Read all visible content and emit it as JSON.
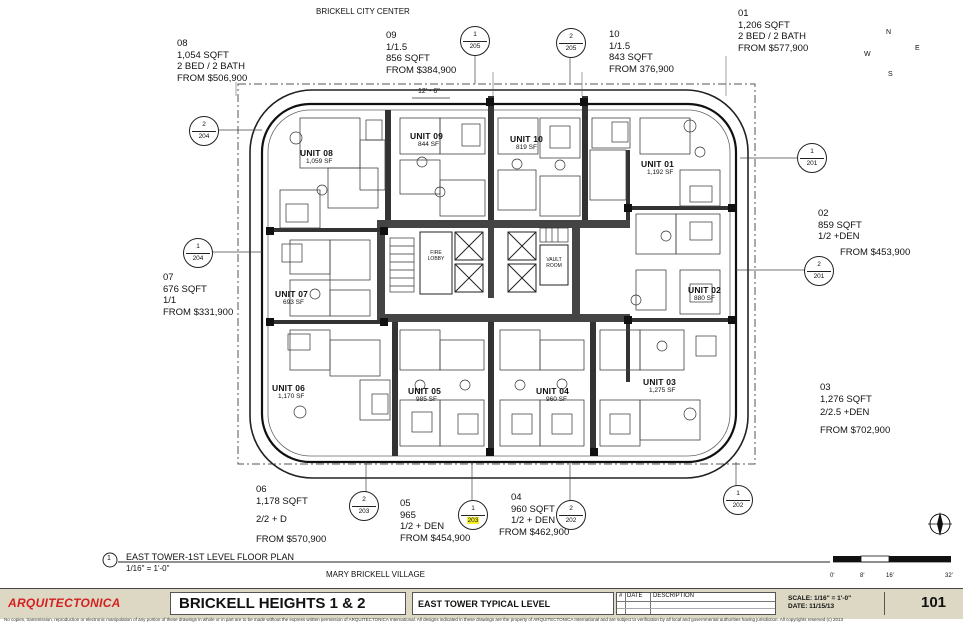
{
  "site": {
    "north_street": "BRICKELL CITY CENTER",
    "south_street": "MARY BRICKELL VILLAGE",
    "compass": {
      "n": "N",
      "s": "S",
      "e": "E",
      "w": "W"
    },
    "dimension_note": "12' - 6\"",
    "fire_lobby": [
      "FIRE",
      "LOBBY"
    ],
    "vault_room": [
      "VAULT",
      "ROOM"
    ]
  },
  "callouts": [
    {
      "id": "08",
      "sqft": "1,054 SQFT",
      "beds": "2 BED / 2 BATH",
      "price": "FROM $506,900"
    },
    {
      "id": "09",
      "beds": "1/1.5",
      "sqft": "856 SQFT",
      "price": "FROM $384,900"
    },
    {
      "id": "10",
      "beds": "1/1.5",
      "sqft": "843 SQFT",
      "price": "FROM 376,900"
    },
    {
      "id": "01",
      "sqft": "1,206 SQFT",
      "beds": "2 BED / 2 BATH",
      "price": "FROM $577,900"
    },
    {
      "id": "02",
      "sqft": "859 SQFT",
      "beds": "1/2 +DEN",
      "price": "FROM $453,900"
    },
    {
      "id": "07",
      "sqft": "676 SQFT",
      "beds": "1/1",
      "price": "FROM $331,900"
    },
    {
      "id": "03",
      "sqft": "1,276  SQFT",
      "beds": "2/2.5 +DEN",
      "price": "FROM $702,900"
    },
    {
      "id": "06",
      "sqft": "1,178 SQFT",
      "beds": "2/2 + D",
      "price": "FROM $570,900"
    },
    {
      "id": "05",
      "sqft": "965",
      "beds": "1/2 + DEN",
      "price": "FROM $454,900"
    },
    {
      "id": "04",
      "sqft": "960 SQFT",
      "beds": "1/2 + DEN",
      "price": "FROM $462,900"
    }
  ],
  "units": [
    {
      "name": "UNIT 08",
      "sf": "1,059 SF"
    },
    {
      "name": "UNIT 09",
      "sf": "844 SF"
    },
    {
      "name": "UNIT 10",
      "sf": "819 SF"
    },
    {
      "name": "UNIT 01",
      "sf": "1,192 SF"
    },
    {
      "name": "UNIT 02",
      "sf": "880 SF"
    },
    {
      "name": "UNIT 07",
      "sf": "693 SF"
    },
    {
      "name": "UNIT 06",
      "sf": "1,170 SF"
    },
    {
      "name": "UNIT 05",
      "sf": "985 SF"
    },
    {
      "name": "UNIT 04",
      "sf": "960 SF"
    },
    {
      "name": "UNIT 03",
      "sf": "1,275 SF"
    }
  ],
  "section_marks": [
    {
      "top": "1",
      "bottom": "205"
    },
    {
      "top": "2",
      "bottom": "205"
    },
    {
      "top": "2",
      "bottom": "204"
    },
    {
      "top": "1",
      "bottom": "201"
    },
    {
      "top": "1",
      "bottom": "204"
    },
    {
      "top": "2",
      "bottom": "201"
    },
    {
      "top": "2",
      "bottom": "203"
    },
    {
      "top": "1",
      "bottom": "203"
    },
    {
      "top": "2",
      "bottom": "202"
    },
    {
      "top": "1",
      "bottom": "202"
    }
  ],
  "drawing_title": {
    "number": "1",
    "title": "EAST TOWER-1ST LEVEL FLOOR PLAN",
    "scale": "1/16\" = 1'-0\""
  },
  "scale_bar": {
    "labels": [
      "0'",
      "8'",
      "16'",
      "32'"
    ]
  },
  "title_block": {
    "firm": "ARQUITECTONICA",
    "project": "BRICKELL HEIGHTS 1 & 2",
    "sheet_title": "EAST TOWER TYPICAL LEVEL",
    "rev_headers": {
      "num": "#",
      "date": "DATE",
      "desc": "DESCRIPTION"
    },
    "scale": "SCALE: 1/16\" = 1'-0\"",
    "date": "DATE:  11/15/13",
    "sheet_number": "101",
    "accent_color": "#d42020",
    "band_color": "#ddd8c4"
  },
  "disclaimer": "No copies, transmission, reproduction or electronic manipulation of any portion of these drawings in whole or in part are to be made without the express written permission of ARQUITECTONICA International. All designs indicated in these drawings are the property of ARQUITECTONICA International and are subject to verification by all local and governmental authorities having jurisdiction. All copyrights reserved (c) 2013"
}
